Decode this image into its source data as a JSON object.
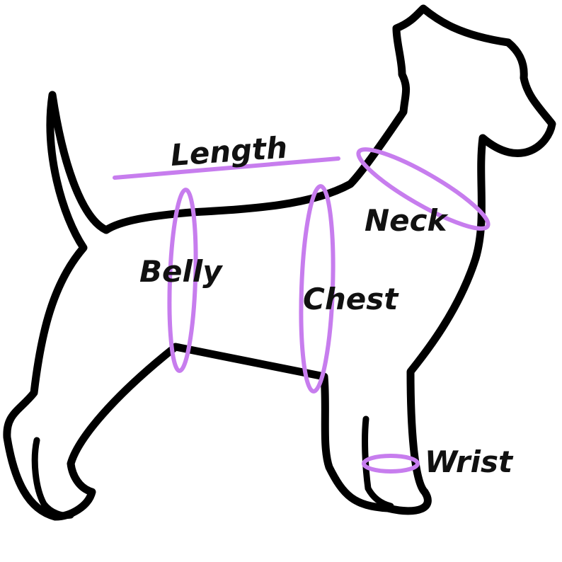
{
  "labels": {
    "length": "Length",
    "neck": "Neck",
    "belly": "Belly",
    "chest": "Chest",
    "wrist": "Wrist"
  },
  "colors": {
    "outline": "#000000",
    "measure": "#c77dee",
    "text": "#111111",
    "background": "#ffffff"
  },
  "icons": {
    "dog": "dog-silhouette-outline"
  }
}
